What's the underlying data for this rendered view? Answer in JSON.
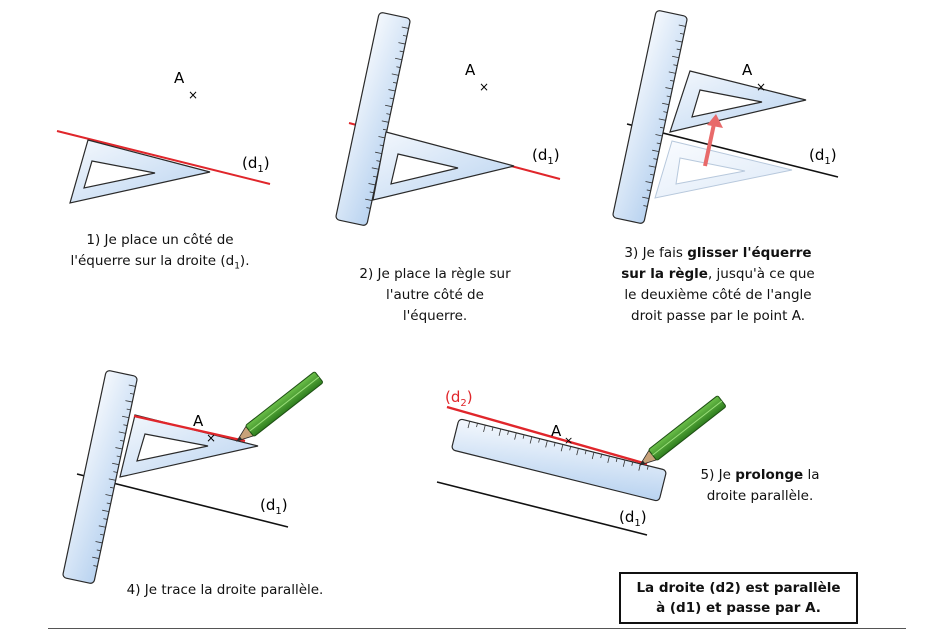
{
  "labels": {
    "point_a": "A",
    "d1": "(d",
    "d1_sub": "1",
    "d1_close": ")",
    "d2": "(d",
    "d2_sub": "2",
    "d2_close": ")"
  },
  "steps": {
    "s1_line1": "1) Je place un côté de",
    "s1_line2": "l'équerre sur la droite (d",
    "s1_sub": "1",
    "s1_end": ").",
    "s2_line1": "2) Je place la règle sur",
    "s2_line2": "l'autre côté de",
    "s2_line3": "l'équerre.",
    "s3_prefix": "3) Je fais ",
    "s3_bold1": "glisser l'équerre",
    "s3_bold2": "sur la règle",
    "s3_rest2": ", jusqu'à ce que",
    "s3_line3": "le deuxième côté de l'angle",
    "s3_line4": "droit passe par le point A.",
    "s4": "4) Je trace la droite parallèle.",
    "s5_prefix": "5) Je ",
    "s5_bold": "prolonge",
    "s5_suffix": " la",
    "s5_line2": "droite parallèle."
  },
  "conclusion": {
    "line1": "La droite (d2) est parallèle",
    "line2": "à (d1) et passe par A."
  },
  "colors": {
    "construction_line": "#e0262b",
    "reference_line": "#111111",
    "tool_fill": "#d8e8f8",
    "tool_stroke": "#2a2a2a",
    "arrow": "#e86a6a",
    "pencil": "#3a9a2a"
  }
}
